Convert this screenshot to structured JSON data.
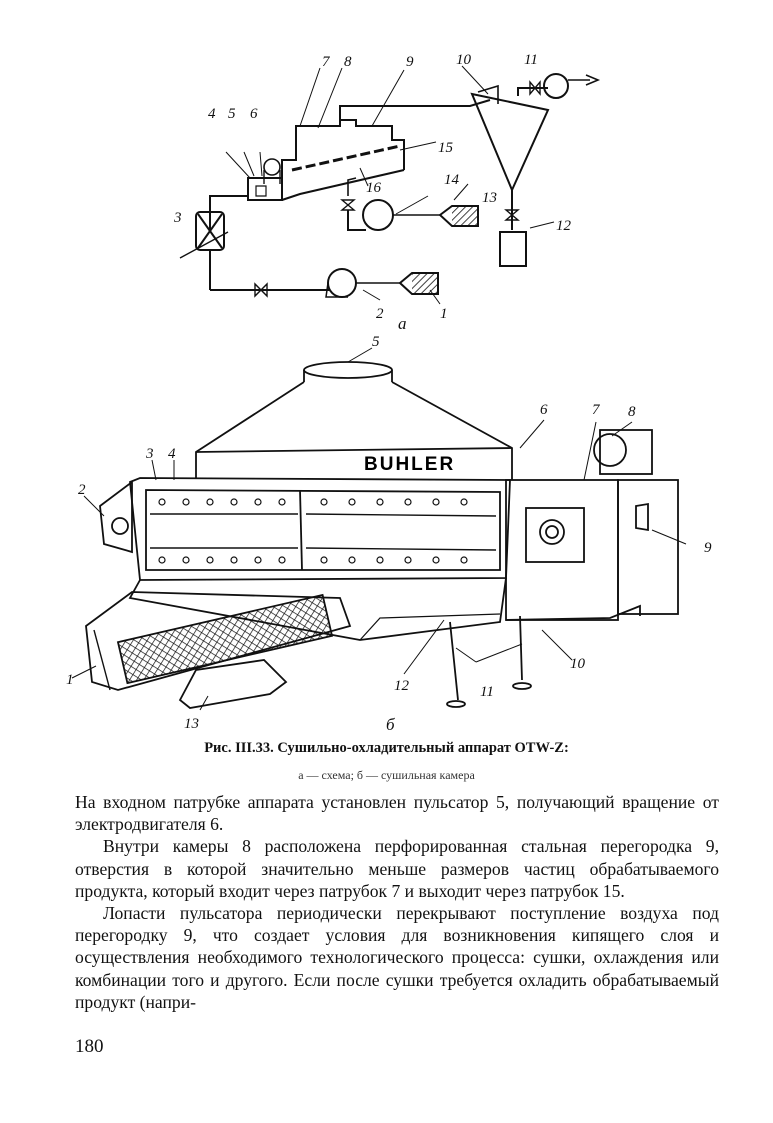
{
  "figure": {
    "part_a": {
      "panel_label": "а",
      "labels": [
        "1",
        "2",
        "3",
        "4",
        "5",
        "6",
        "7",
        "8",
        "9",
        "10",
        "11",
        "12",
        "13",
        "14",
        "15",
        "16"
      ]
    },
    "part_b": {
      "panel_label": "б",
      "brand": "BUHLER",
      "labels": [
        "1",
        "2",
        "3",
        "4",
        "5",
        "6",
        "7",
        "8",
        "9",
        "10",
        "11",
        "12",
        "13"
      ]
    },
    "caption": "Рис. III.33. Сушильно-охладительный аппарат OTW-Z:",
    "subcaption": "а — схема; б — сушильная камера"
  },
  "paragraphs": [
    "На входном патрубке аппарата установлен пульсатор 5, получающий вращение от электродвигателя 6.",
    "Внутри камеры 8 расположена перфорированная стальная перегородка 9, отверстия в которой значительно меньше размеров частиц обрабатываемого продукта, который входит через патрубок 7 и выходит через патрубок 15.",
    "Лопасти пульсатора периодически перекрывают поступление воздуха под перегородку 9, что создает условия для возникновения кипящего слоя и осуществления необходимого технологического процесса: сушки, охлаждения или комбинации того и другого. Если после сушки требуется охладить обрабатываемый продукт (напри-"
  ],
  "page_number": "180"
}
